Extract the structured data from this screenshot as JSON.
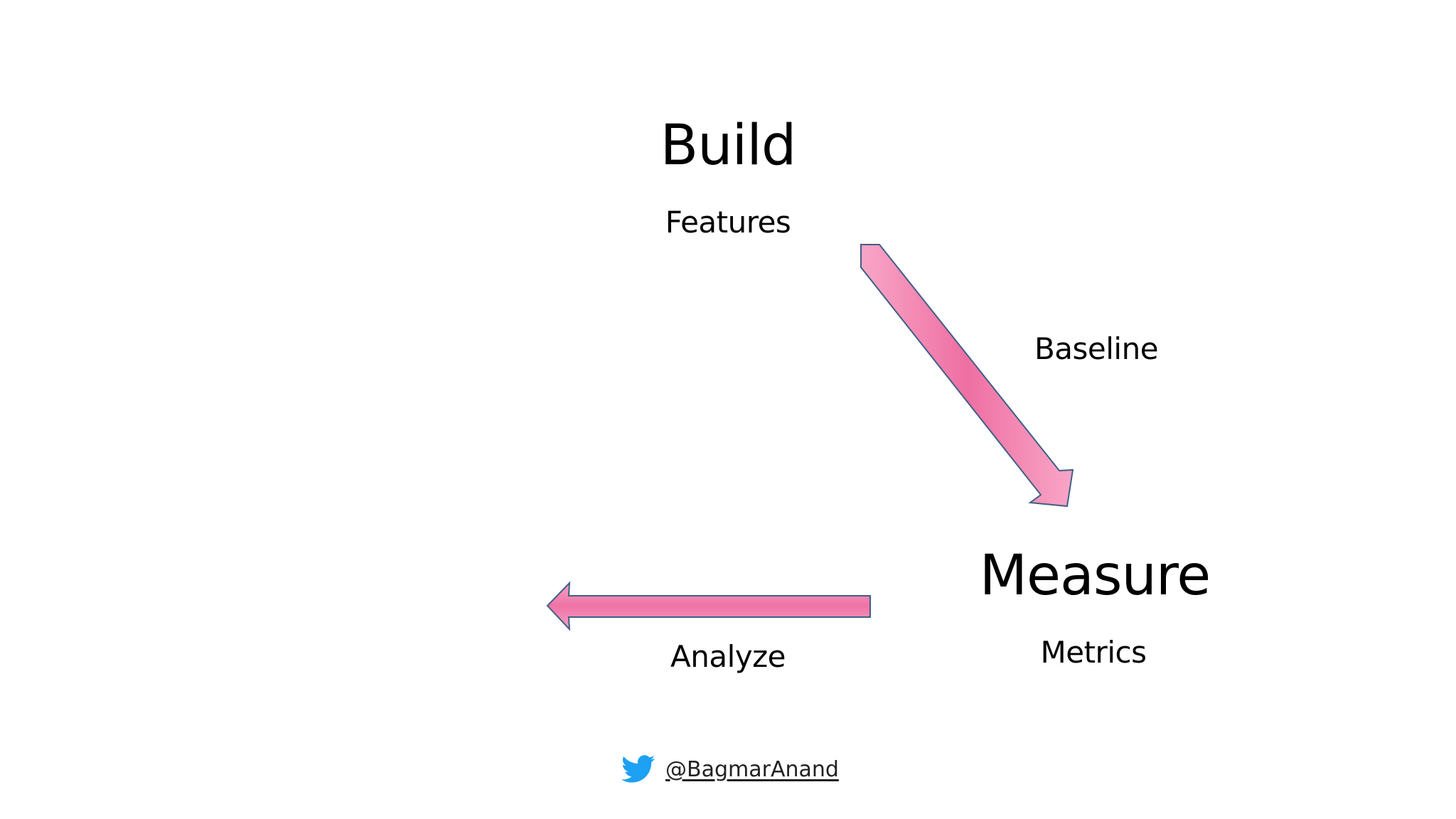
{
  "diagram": {
    "build": {
      "title": "Build",
      "subtitle": "Features"
    },
    "measure": {
      "title": "Measure",
      "subtitle": "Metrics"
    },
    "edges": {
      "build_to_measure": "Baseline",
      "measure_to_learn": "Analyze"
    }
  },
  "footer": {
    "icon": "twitter-bird-icon",
    "handle": "@BagmarAnand"
  },
  "colors": {
    "arrow_fill_light": "#f9a6c7",
    "arrow_fill_dark": "#ee6fa2",
    "arrow_stroke": "#3f5f86",
    "twitter_blue": "#1da1f2",
    "text": "#000000"
  }
}
